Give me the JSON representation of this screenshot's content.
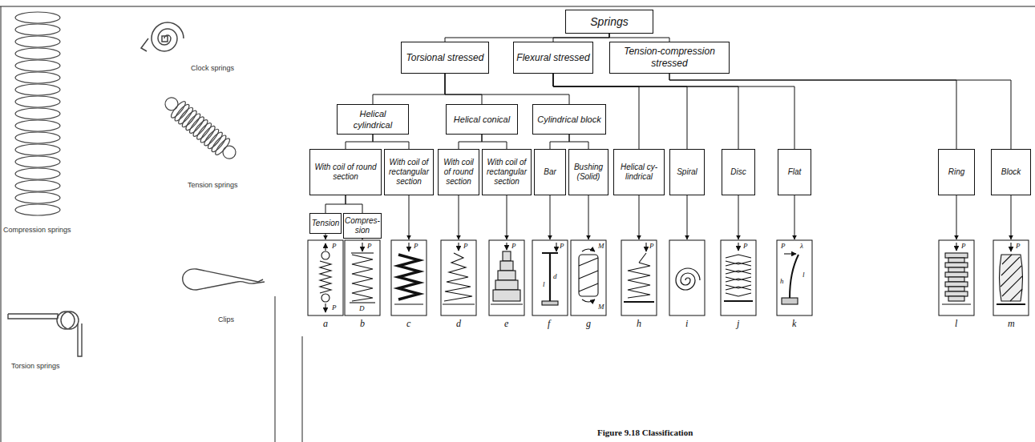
{
  "diagram": {
    "caption": "Figure 9.18 Classification",
    "nodes": [
      {
        "text": [
          "Springs"
        ]
      },
      {
        "text": [
          "Torsional stressed"
        ]
      },
      {
        "text": [
          "Flexural stressed"
        ]
      },
      {
        "text": [
          "Tension-compression stressed"
        ]
      },
      {
        "text": [
          "Helical cylindrical"
        ]
      },
      {
        "text": [
          "Helical conical"
        ]
      },
      {
        "text": [
          "Cylindrical block"
        ]
      },
      {
        "text": [
          "With coil of round section"
        ]
      },
      {
        "text": [
          "With coil of rectangular section"
        ]
      },
      {
        "text": [
          "With coil of round section"
        ]
      },
      {
        "text": [
          "With coil of rectangular section"
        ]
      },
      {
        "text": [
          "Bar"
        ]
      },
      {
        "text": [
          "Bushing (Solid)"
        ]
      },
      {
        "text": [
          "Helical cy- lindrical"
        ]
      },
      {
        "text": [
          "Spiral"
        ]
      },
      {
        "text": [
          "Disc"
        ]
      },
      {
        "text": [
          "Flat"
        ]
      },
      {
        "text": [
          "Ring"
        ]
      },
      {
        "text": [
          "Block"
        ]
      },
      {
        "text": [
          "Tension"
        ]
      },
      {
        "text": [
          "Compres- sion"
        ]
      }
    ],
    "edges": [
      {
        "from": 0,
        "to": 1,
        "arrow": "none"
      },
      {
        "from": 0,
        "to": 2,
        "arrow": "none"
      },
      {
        "from": 0,
        "to": 3,
        "arrow": "none"
      },
      {
        "from": 1,
        "to": 4,
        "arrow": "none"
      },
      {
        "from": 1,
        "to": 5,
        "arrow": "none"
      },
      {
        "from": 1,
        "to": 6,
        "arrow": "none"
      },
      {
        "from": 2,
        "to": 13,
        "arrow": "none"
      },
      {
        "from": 2,
        "to": 14,
        "arrow": "none"
      },
      {
        "from": 2,
        "to": 15,
        "arrow": "none"
      },
      {
        "from": 2,
        "to": 16,
        "arrow": "none"
      },
      {
        "from": 3,
        "to": 17,
        "arrow": "none"
      },
      {
        "from": 3,
        "to": 18,
        "arrow": "none"
      },
      {
        "from": 4,
        "to": 7,
        "arrow": "none"
      },
      {
        "from": 4,
        "to": 8,
        "arrow": "none"
      },
      {
        "from": 5,
        "to": 9,
        "arrow": "none"
      },
      {
        "from": 5,
        "to": 10,
        "arrow": "none"
      },
      {
        "from": 6,
        "to": 11,
        "arrow": "none"
      },
      {
        "from": 6,
        "to": 12,
        "arrow": "none"
      },
      {
        "from": 7,
        "to": 19,
        "arrow": "none"
      },
      {
        "from": 7,
        "to": 20,
        "arrow": "none"
      }
    ],
    "labels": [
      "Compression springs",
      "Clock springs",
      "Tension springs",
      "Torsion springs",
      "Clips",
      "a",
      "b",
      "c",
      "d",
      "e",
      "f",
      "g",
      "h",
      "i",
      "j",
      "k",
      "l",
      "m",
      "P",
      "P",
      "P",
      "D",
      "P",
      "P",
      "P",
      "P",
      "d",
      "l",
      "M",
      "M",
      "P",
      "P",
      "P",
      "λ",
      "h",
      "l",
      "P",
      "P"
    ]
  }
}
